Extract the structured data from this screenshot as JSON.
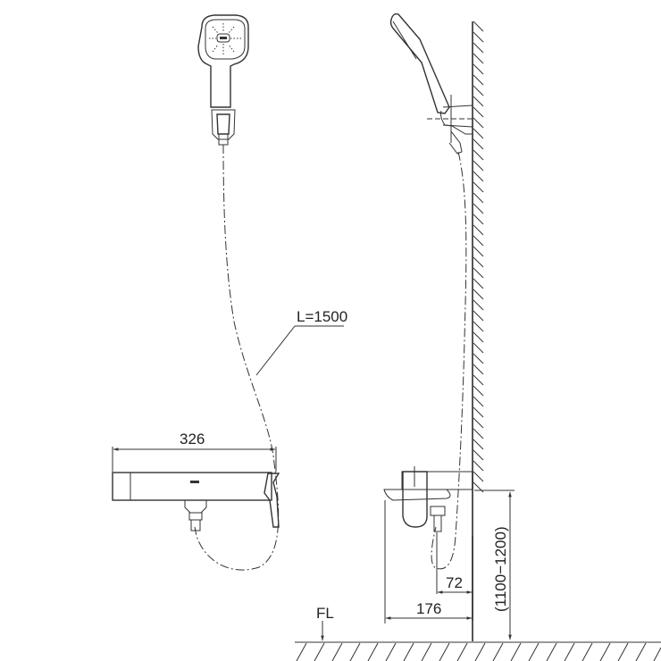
{
  "drawing": {
    "type": "shower-mixer-installation-diagram",
    "views": [
      "front-view",
      "side-view"
    ],
    "labels": {
      "hose_length": "L=1500",
      "mixer_width": "326",
      "spout_offset_72": "72",
      "projection_176": "176",
      "mount_height": "(1100−1200)",
      "floor_level": "FL"
    },
    "colors": {
      "line": "#333333",
      "background": "#ffffff"
    }
  }
}
